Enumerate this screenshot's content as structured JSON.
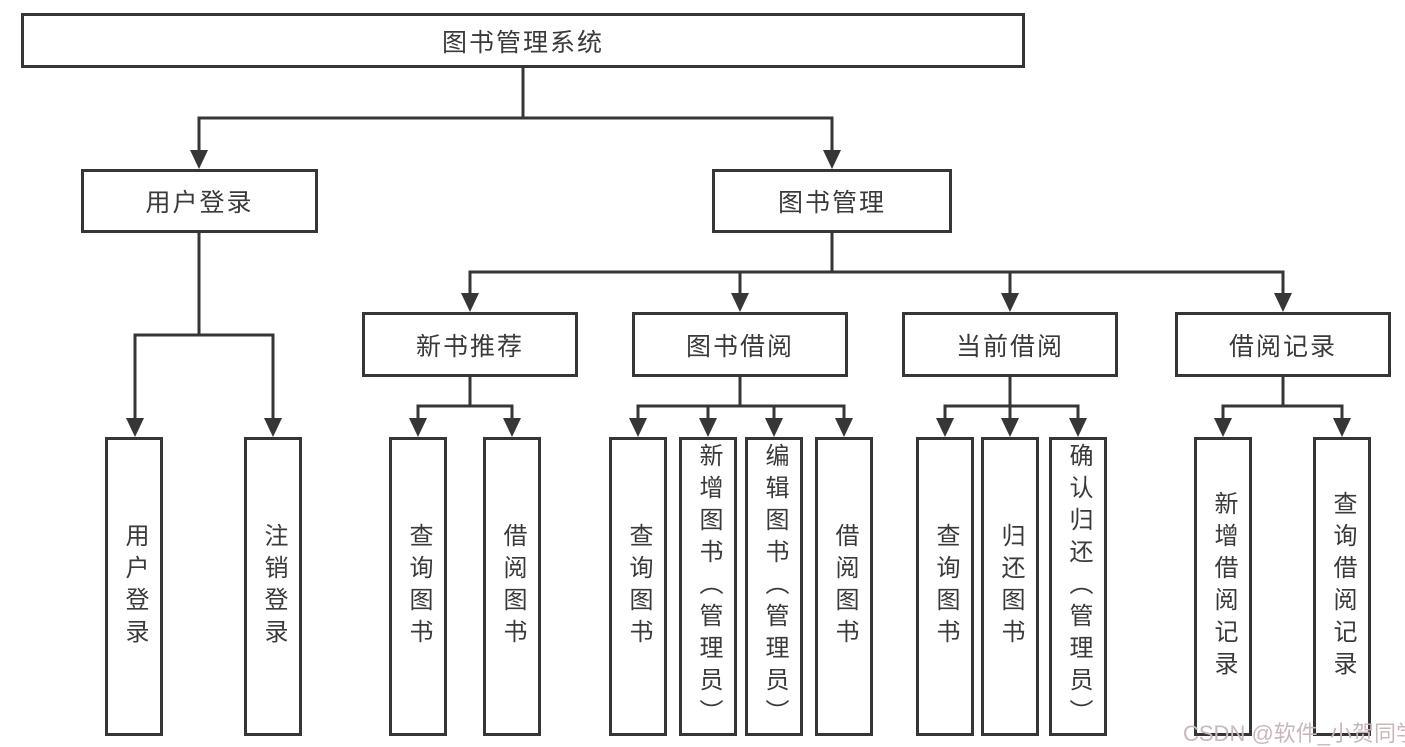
{
  "title": "图书管理系统",
  "level2": {
    "user_login": {
      "label": "用户登录",
      "children": [
        "用户登录",
        "注销登录"
      ]
    },
    "book_management": {
      "label": "图书管理",
      "groups": [
        {
          "label": "新书推荐",
          "children": [
            "查询图书",
            "借阅图书"
          ]
        },
        {
          "label": "图书借阅",
          "children": [
            "查询图书",
            "新增图书（管理员）",
            "编辑图书（管理员）",
            "借阅图书"
          ]
        },
        {
          "label": "当前借阅",
          "children": [
            "查询图书",
            "归还图书",
            "确认归还（管理员）"
          ]
        },
        {
          "label": "借阅记录",
          "children": [
            "新增借阅记录",
            "查询借阅记录"
          ]
        }
      ]
    }
  },
  "watermark": "CSDN @软件_小贺同学",
  "colors": {
    "border": "#363636",
    "line": "#363636",
    "text": "#3a3a3a",
    "watermark": "#c9b7ba",
    "background": "#ffffff"
  }
}
